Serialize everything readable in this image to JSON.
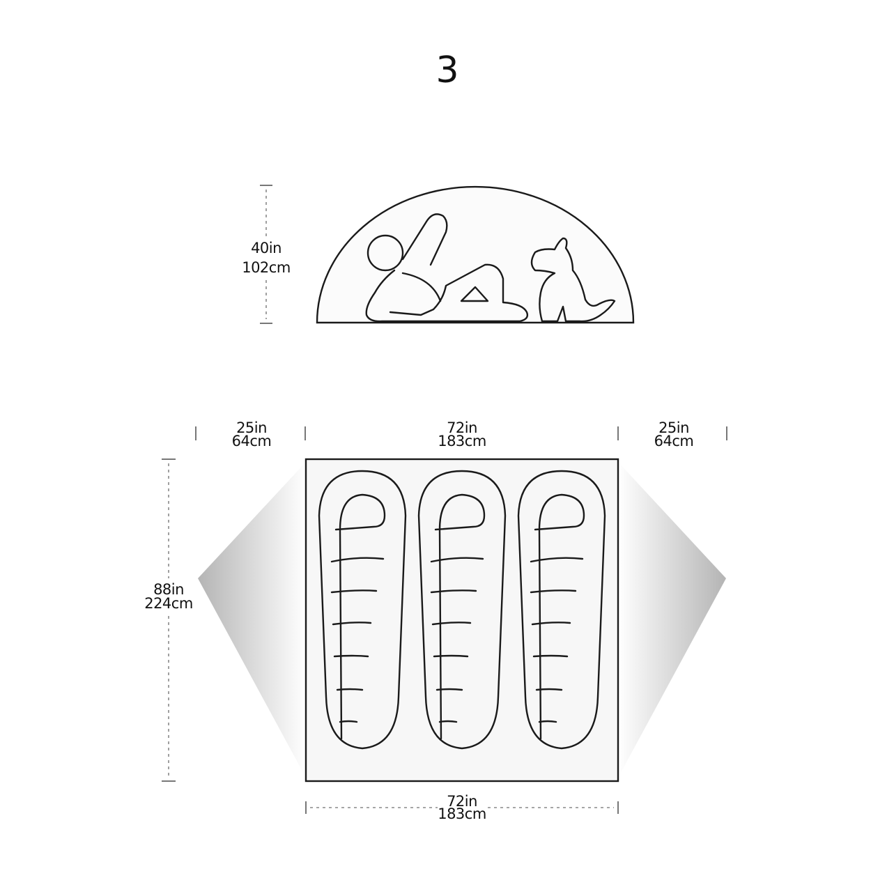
{
  "capacity": "3",
  "height_label": {
    "imperial": "40in",
    "metric": "102cm"
  },
  "vestibule_left_label": {
    "imperial": "25in",
    "metric": "64cm"
  },
  "floor_width_label": {
    "imperial": "72in",
    "metric": "183cm"
  },
  "vestibule_right_label": {
    "imperial": "25in",
    "metric": "64cm"
  },
  "floor_length_label": {
    "imperial": "88in",
    "metric": "224cm"
  },
  "floor_width_bottom_label": {
    "imperial": "72in",
    "metric": "183cm"
  },
  "sleeping_bag_count": 3,
  "colors": {
    "line": "#1a1a1a",
    "vestibule_shade": "#bdbdbd",
    "floor_fill": "#f7f7f7",
    "tent_fill": "#fbfbfb"
  }
}
